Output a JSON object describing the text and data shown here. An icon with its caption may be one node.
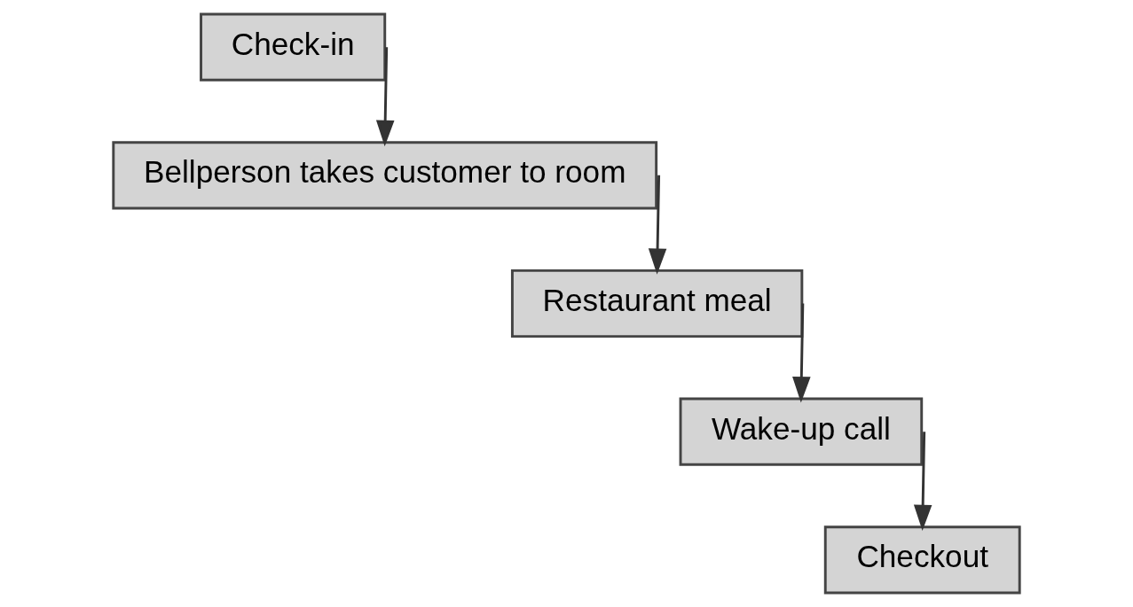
{
  "diagram": {
    "nodes": [
      {
        "text": [
          "Check-in"
        ]
      },
      {
        "text": [
          "Bellperson takes customer to room"
        ]
      },
      {
        "text": [
          "Restaurant meal"
        ]
      },
      {
        "text": [
          "Wake-up call"
        ]
      },
      {
        "text": [
          "Checkout"
        ]
      }
    ],
    "edges": [
      {
        "from": 0,
        "to": 1,
        "arrow": "to"
      },
      {
        "from": 1,
        "to": 2,
        "arrow": "to"
      },
      {
        "from": 2,
        "to": 3,
        "arrow": "to"
      },
      {
        "from": 3,
        "to": 4,
        "arrow": "to"
      }
    ]
  }
}
